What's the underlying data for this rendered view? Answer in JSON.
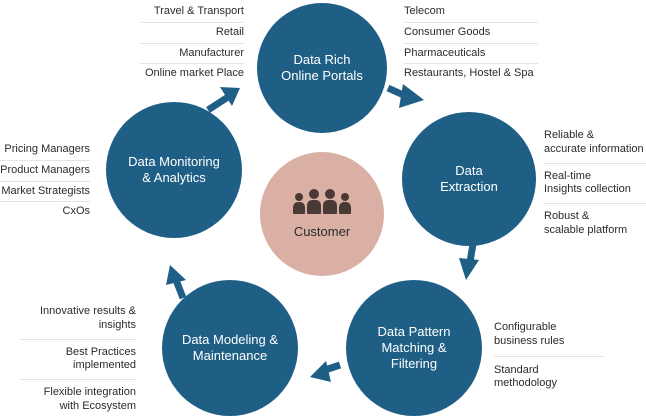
{
  "center": {
    "label": "Customer",
    "icon": "people-group-icon"
  },
  "stages": [
    {
      "id": "portals",
      "label": "Data Rich\nOnline Portals"
    },
    {
      "id": "extraction",
      "label": "Data\nExtraction"
    },
    {
      "id": "pattern",
      "label": "Data Pattern\nMatching & Filtering"
    },
    {
      "id": "modeling",
      "label": "Data Modeling &\nMaintenance"
    },
    {
      "id": "monitoring",
      "label": "Data Monitoring\n& Analytics"
    }
  ],
  "lists": {
    "portals_left": [
      "Travel & Transport",
      "Retail",
      "Manufacturer",
      "Online market Place"
    ],
    "portals_right": [
      "Telecom",
      "Consumer Goods",
      "Pharmaceuticals",
      "Restaurants, Hostel & Spa"
    ],
    "extraction": [
      "Reliable &\naccurate information",
      "Real-time\nInsights collection",
      "Robust &\nscalable platform"
    ],
    "pattern": [
      "Configurable\nbusiness rules",
      "Standard\nmethodology"
    ],
    "modeling": [
      "Innovative results &\ninsights",
      "Best Practices\nimplemented",
      "Flexible integration\nwith Ecosystem"
    ],
    "monitoring": [
      "Pricing Managers",
      "Product Managers",
      "Market Strategists",
      "CxOs"
    ]
  },
  "colors": {
    "stage": "#1f5f86",
    "center": "#d9b0a3",
    "arrow": "#1f5f86"
  }
}
